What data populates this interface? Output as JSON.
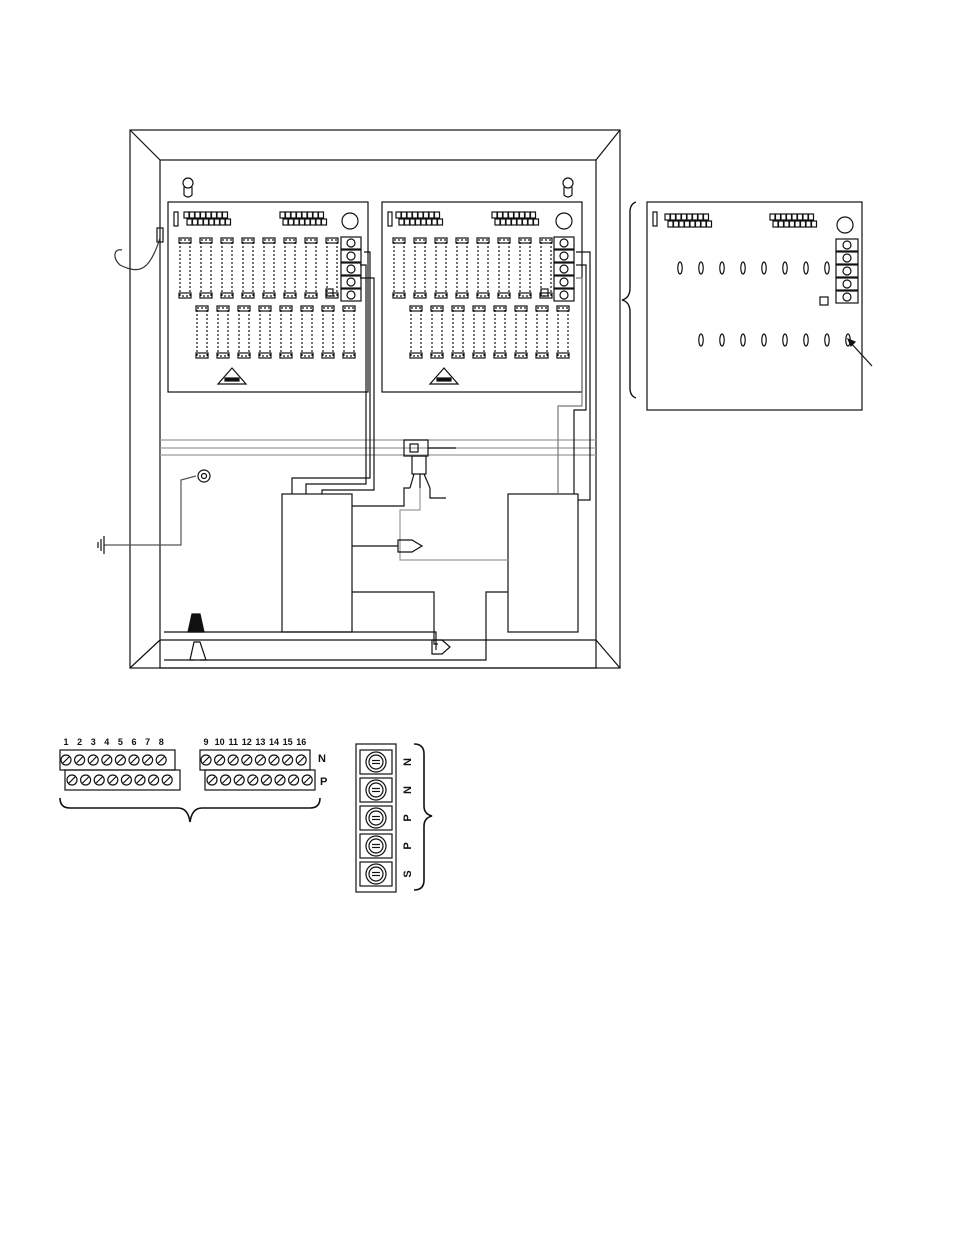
{
  "diagram": {
    "connector_numbers_left": [
      "1",
      "2",
      "3",
      "4",
      "5",
      "6",
      "7",
      "8"
    ],
    "connector_numbers_right": [
      "9",
      "10",
      "11",
      "12",
      "13",
      "14",
      "15",
      "16"
    ],
    "row_label_top": "N",
    "row_label_bottom": "P",
    "terminal_labels": [
      "N",
      "N",
      "P",
      "P",
      "S"
    ],
    "colors": {
      "line": "#111111",
      "light_line": "#9a9a9a",
      "background": "#ffffff"
    }
  }
}
